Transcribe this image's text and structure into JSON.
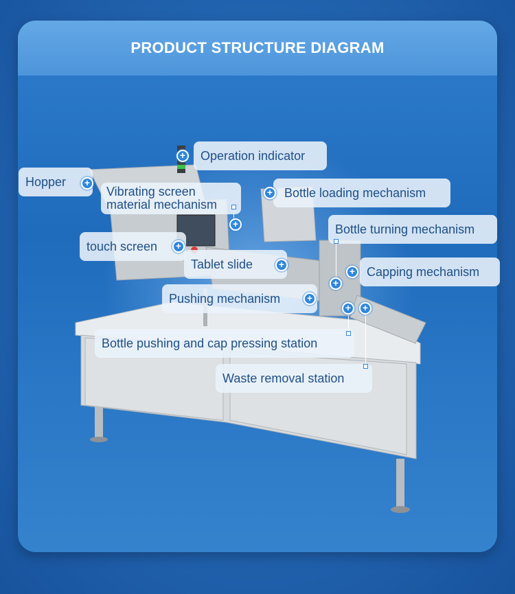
{
  "title": "PRODUCT STRUCTURE DIAGRAM",
  "labels": {
    "operation_indicator": "Operation indicator",
    "hopper": "Hopper",
    "vibrating_line1": "Vibrating screen",
    "vibrating_line2": "material mechanism",
    "bottle_loading": "Bottle loading mechanism",
    "bottle_turning": "Bottle turning mechanism",
    "touch_screen": "touch screen",
    "tablet_slide": "Tablet slide",
    "capping": "Capping mechanism",
    "pushing": "Pushing mechanism",
    "bottle_pushing_cap": "Bottle pushing and cap pressing station",
    "waste_removal": "Waste removal station"
  },
  "icons": {
    "marker": "plus-circle-icon"
  },
  "colors": {
    "accent": "#2f86db",
    "label_text": "#1e4f86",
    "background": "#2467b3"
  }
}
